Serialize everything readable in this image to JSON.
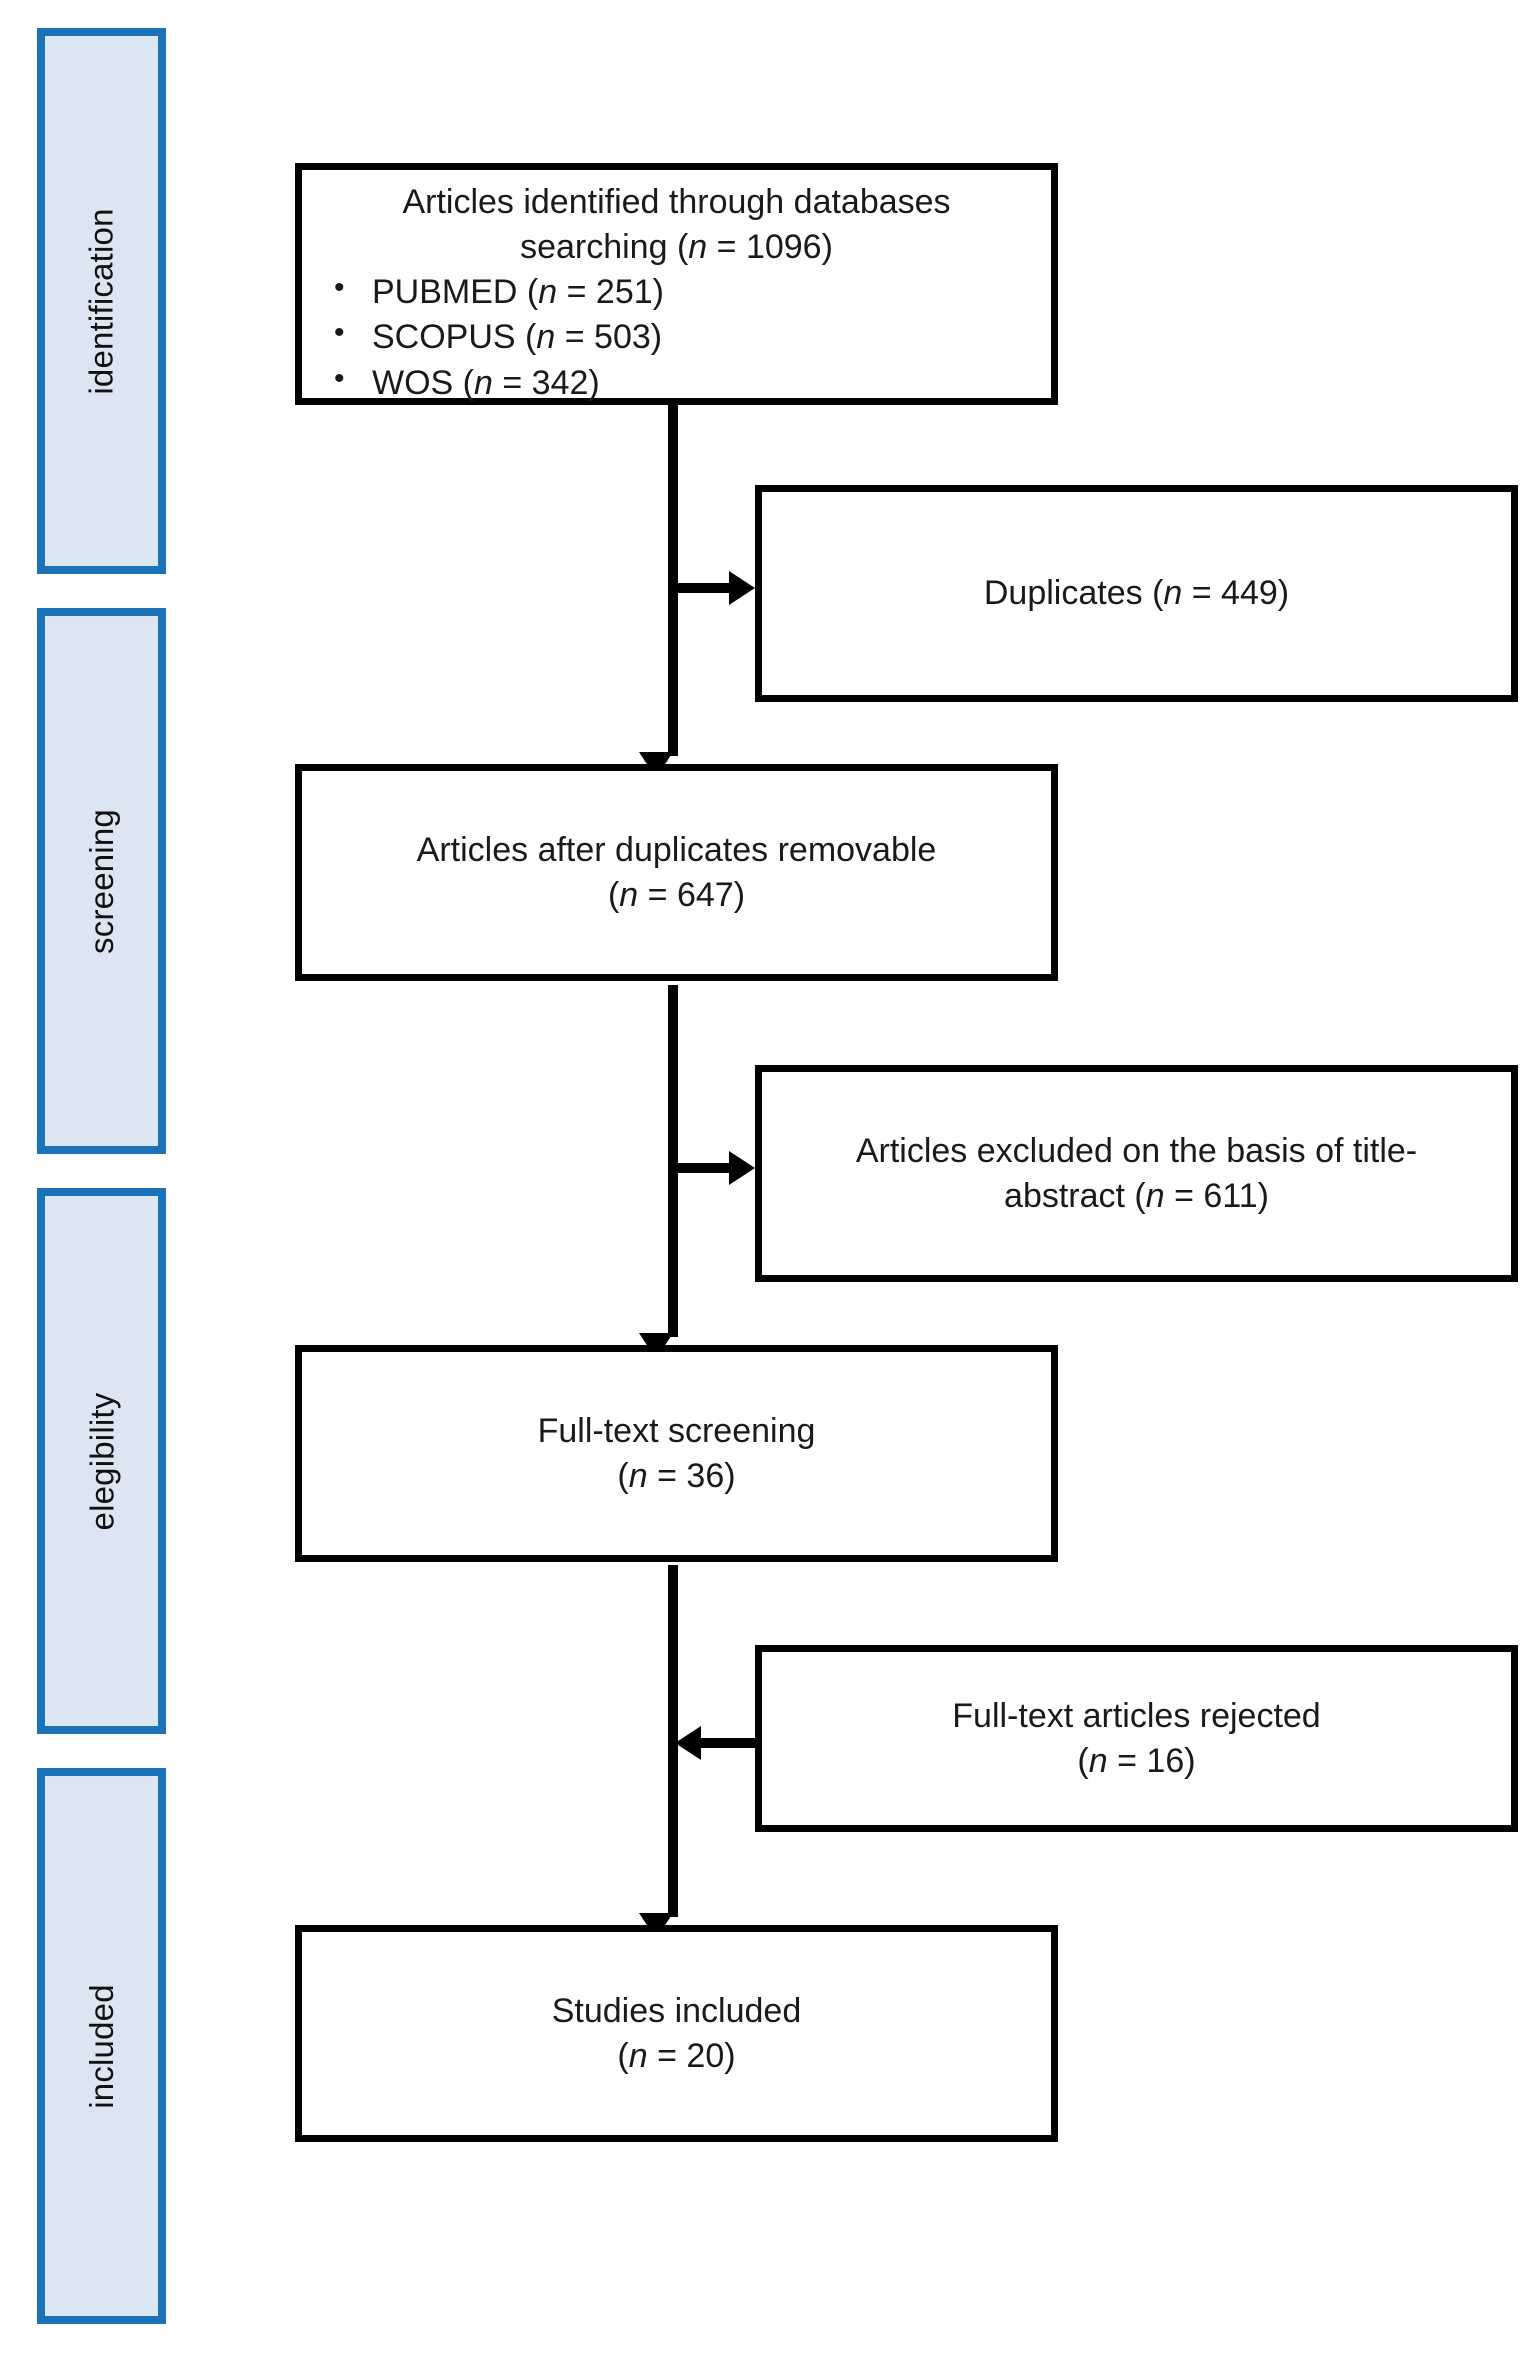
{
  "diagram": {
    "type": "prisma-flow-diagram",
    "title": "PRISMA flow diagram",
    "colors": {
      "stage_fill": "#dce6f3",
      "stage_border": "#1b72b8",
      "box_border": "#000000",
      "box_fill": "#ffffff",
      "text": "#1a1a1a",
      "background": "#ffffff"
    }
  },
  "stages": [
    {
      "id": "identification",
      "label": "identification"
    },
    {
      "id": "screening",
      "label": "screening"
    },
    {
      "id": "elegibility",
      "label": "elegibility"
    },
    {
      "id": "included",
      "label": "included"
    }
  ],
  "boxes": {
    "identified": {
      "heading_line1": "Articles identified through databases",
      "heading_line2_prefix": "searching (",
      "heading_n_symbol": "n",
      "heading_line2_suffix": " = 1096)",
      "count": 1096,
      "sources": [
        {
          "name": "PUBMED",
          "n_symbol": "n",
          "value": 251,
          "text": "PUBMED (n = 251)"
        },
        {
          "name": "SCOPUS",
          "n_symbol": "n",
          "value": 503,
          "text": "SCOPUS (n = 503)"
        },
        {
          "name": "WOS",
          "n_symbol": "n",
          "value": 342,
          "text": "WOS (n = 342)"
        }
      ]
    },
    "duplicates": {
      "label": "Duplicates (",
      "n_symbol": "n",
      "suffix": " = 449)",
      "count": 449
    },
    "after_duplicates": {
      "line1": "Articles after duplicates removable",
      "line2_prefix": "(",
      "n_symbol": "n",
      "line2_suffix": " = 647)",
      "count": 647
    },
    "excluded_title_abstract": {
      "line1": "Articles excluded on the basis of title-",
      "line2_prefix": "abstract (",
      "n_symbol": "n",
      "line2_suffix": " = 611)",
      "count": 611
    },
    "full_text_screening": {
      "line1": "Full-text screening",
      "line2_prefix": "(",
      "n_symbol": "n",
      "line2_suffix": " = 36)",
      "count": 36
    },
    "full_text_rejected": {
      "line1": "Full-text articles rejected",
      "line2_prefix": "(",
      "n_symbol": "n",
      "line2_suffix": " = 16)",
      "count": 16
    },
    "studies_included": {
      "line1": "Studies included",
      "line2_prefix": "(",
      "n_symbol": "n",
      "line2_suffix": " = 20)",
      "count": 20
    }
  }
}
